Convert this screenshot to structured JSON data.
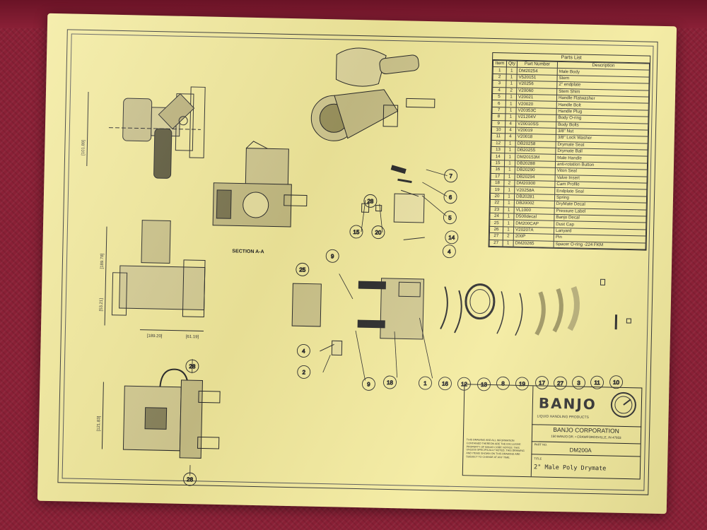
{
  "parts_list": {
    "title": "Parts List",
    "headers": [
      "Item",
      "Qty",
      "Part Number",
      "Description"
    ],
    "rows": [
      [
        "1",
        "1",
        "DM20254",
        "Male Body"
      ],
      [
        "2",
        "1",
        "V520151",
        "Stem"
      ],
      [
        "3",
        "1",
        "V20256",
        "2\" endplate"
      ],
      [
        "4",
        "2",
        "V20060",
        "Stem Shim"
      ],
      [
        "5",
        "1",
        "V20021",
        "Handle Flatwasher"
      ],
      [
        "6",
        "1",
        "V20020",
        "Handle Bolt"
      ],
      [
        "7",
        "1",
        "V20353C",
        "Handle Plug"
      ],
      [
        "8",
        "1",
        "V21204V",
        "Body O-ring"
      ],
      [
        "9",
        "4",
        "V20010SS",
        "Body Bolts"
      ],
      [
        "10",
        "4",
        "V20019",
        "3/8\" Nut"
      ],
      [
        "11",
        "4",
        "V20018",
        "3/8\" Lock Washer"
      ],
      [
        "12",
        "1",
        "DB20258",
        "Drymate Seat"
      ],
      [
        "13",
        "1",
        "DB20255",
        "Drymate Ball"
      ],
      [
        "14",
        "1",
        "DM20153M",
        "Male Handle"
      ],
      [
        "15",
        "1",
        "DB20288",
        "anti-rotation Button"
      ],
      [
        "16",
        "1",
        "DB20290",
        "Viton Seal"
      ],
      [
        "17",
        "1",
        "DB20294",
        "Valve Insert"
      ],
      [
        "18",
        "2",
        "DM20300",
        "Cam Profile"
      ],
      [
        "19",
        "1",
        "V20258A",
        "Endplate Seal"
      ],
      [
        "20",
        "1",
        "DB20281",
        "Spring"
      ],
      [
        "22",
        "1",
        "DB20002",
        "DryMate Decal"
      ],
      [
        "23",
        "1",
        "VL1000",
        "Pressure Label"
      ],
      [
        "24",
        "1",
        "D500decal",
        "Banjo Decal"
      ],
      [
        "25",
        "1",
        "DM200CAP",
        "Dust Cap"
      ],
      [
        "26",
        "1",
        "V20207A",
        "Lanyard"
      ],
      [
        "27",
        "2",
        "200P",
        "Pin"
      ],
      [
        "27",
        "1",
        "DM20265",
        "Spacer O-ring -224 FKM"
      ]
    ]
  },
  "title_block": {
    "brand": "BANJO",
    "brand_sub": "LIQUID HANDLING PRODUCTS",
    "company": "BANJO CORPORATION",
    "address": "150 BANJO DR. • CRAWFORDSVILLE, IN 47933",
    "part_no_label": "PART NO.",
    "part_no": "DM200A",
    "title_label": "TITLE",
    "title": "2\" Male Poly Drymate",
    "notice": "THIS DRAWING AND ALL INFORMATION CONTAINED THEREON ARE THE EXCLUSIVE PROPERTY OF BANJO CORP. NOTICE: THIS UNLESS SPECIFICALLY NOTED, THIS DRAWING AND ITEMS SHOWN ON THIS DRAWING ARE SUBJECT TO CHANGE AT ANY TIME."
  },
  "section_label": "SECTION A-A",
  "dimensions": [
    "[101.89]",
    "[189.78]",
    "[53.21]",
    "[189.20]",
    "[61.19]",
    "[121.83]"
  ],
  "balloons": [
    "7",
    "6",
    "5",
    "28",
    "14",
    "15",
    "20",
    "4",
    "9",
    "25",
    "4",
    "2",
    "9",
    "18",
    "1",
    "16",
    "12",
    "13",
    "8",
    "19",
    "17",
    "27",
    "3",
    "11",
    "10",
    "28",
    "28"
  ],
  "colors": {
    "paper": "#f3ea9c",
    "mat": "#8a2036",
    "ink": "#222222"
  }
}
